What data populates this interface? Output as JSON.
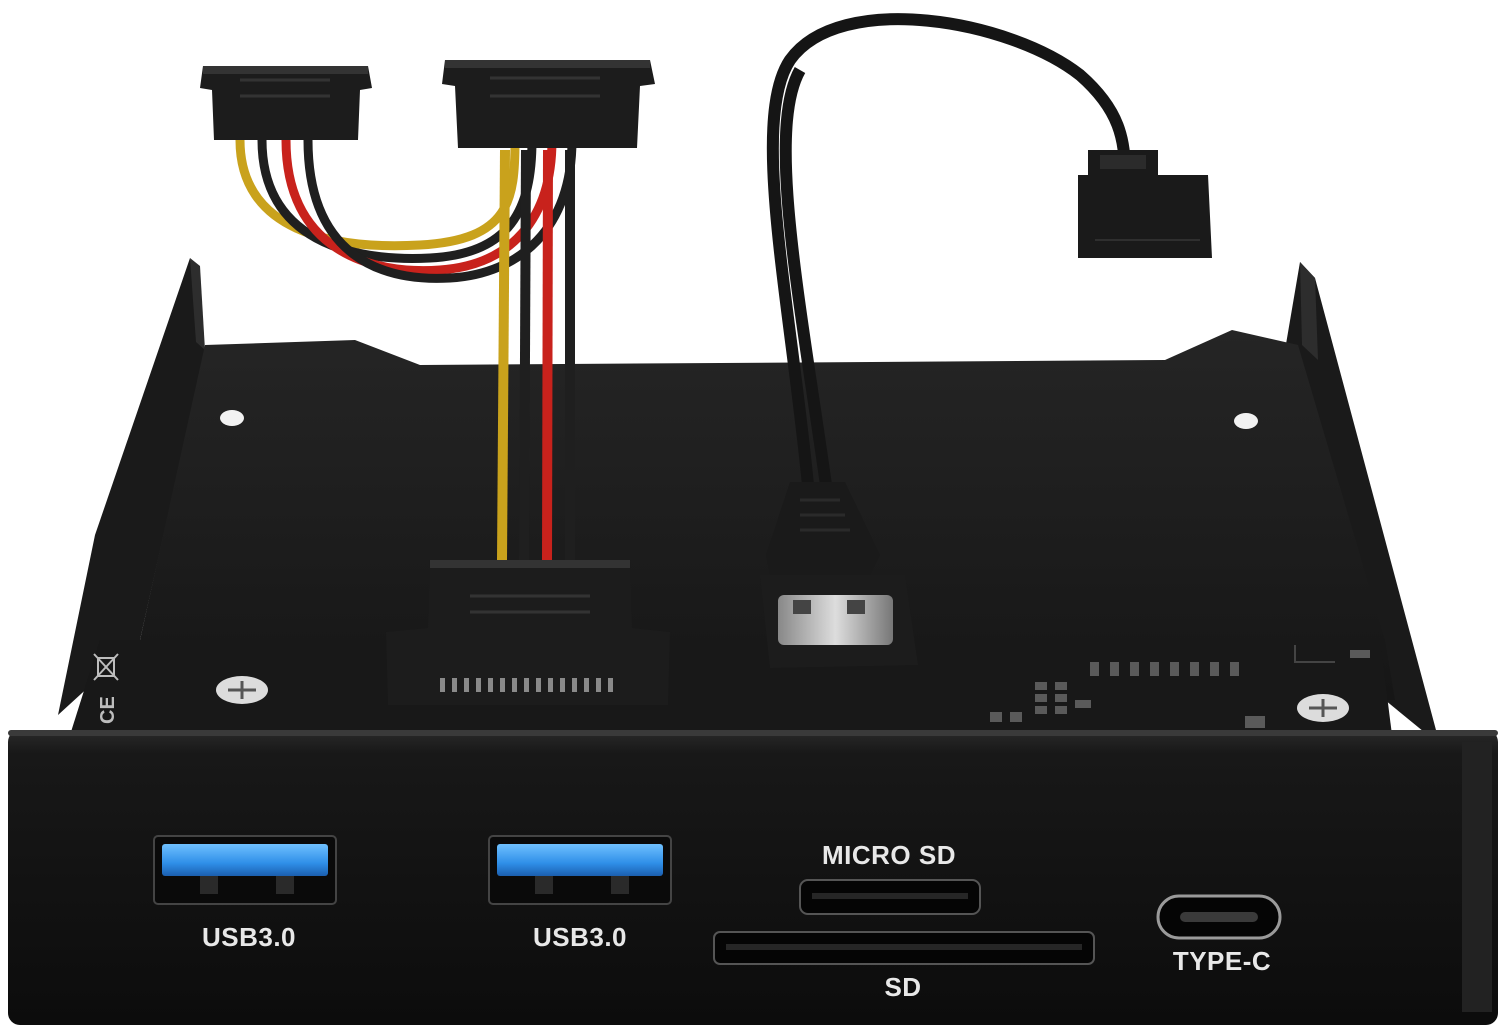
{
  "product": {
    "front_panel": {
      "ports": [
        {
          "id": "usb-a-1",
          "label": "USB3.0"
        },
        {
          "id": "usb-a-2",
          "label": "USB3.0"
        },
        {
          "id": "micro-sd",
          "label": "MICRO SD"
        },
        {
          "id": "sd",
          "label": "SD"
        },
        {
          "id": "usb-c",
          "label": "TYPE-C"
        }
      ]
    },
    "markings": {
      "ce": "CE"
    },
    "colors": {
      "body": "#141414",
      "tray": "#1c1c1c",
      "usb_blue": "#2f8fe8",
      "wire_yellow": "#c9a21c",
      "wire_red": "#c8221c",
      "wire_black": "#1a1a1a",
      "label": "#e8e8e8"
    },
    "cables": {
      "power": [
        "yellow",
        "black",
        "red",
        "black"
      ],
      "data": "usb-3.0-internal-header"
    }
  }
}
